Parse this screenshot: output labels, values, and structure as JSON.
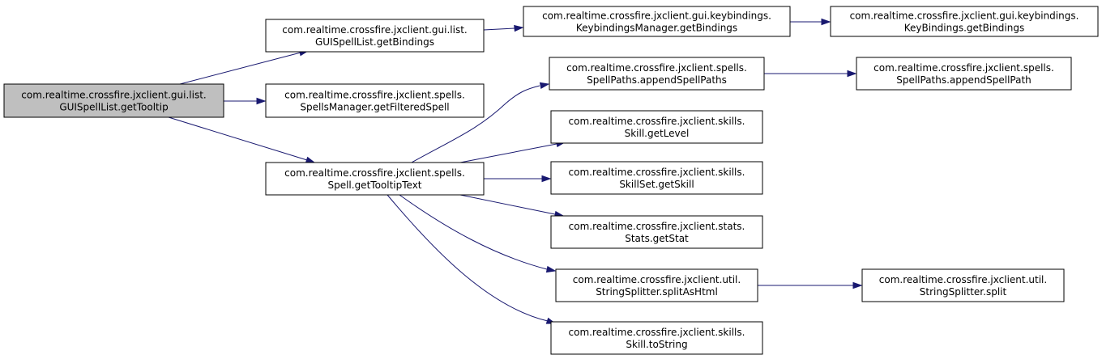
{
  "colors": {
    "root_fill": "#bfbfbf",
    "node_fill": "#ffffff",
    "edge": "#191970"
  },
  "nodes": {
    "root": [
      "com.realtime.crossfire.jxclient.gui.list.",
      "GUISpellList.getTooltip"
    ],
    "gui_getbindings": [
      "com.realtime.crossfire.jxclient.gui.list.",
      "GUISpellList.getBindings"
    ],
    "getfilteredspell": [
      "com.realtime.crossfire.jxclient.spells.",
      "SpellsManager.getFilteredSpell"
    ],
    "gettooltiptext": [
      "com.realtime.crossfire.jxclient.spells.",
      "Spell.getTooltipText"
    ],
    "km_getbindings": [
      "com.realtime.crossfire.jxclient.gui.keybindings.",
      "KeybindingsManager.getBindings"
    ],
    "kb_getbindings": [
      "com.realtime.crossfire.jxclient.gui.keybindings.",
      "KeyBindings.getBindings"
    ],
    "appendspellpaths": [
      "com.realtime.crossfire.jxclient.spells.",
      "SpellPaths.appendSpellPaths"
    ],
    "appendspellpath": [
      "com.realtime.crossfire.jxclient.spells.",
      "SpellPaths.appendSpellPath"
    ],
    "getlevel": [
      "com.realtime.crossfire.jxclient.skills.",
      "Skill.getLevel"
    ],
    "getskill": [
      "com.realtime.crossfire.jxclient.skills.",
      "SkillSet.getSkill"
    ],
    "getstat": [
      "com.realtime.crossfire.jxclient.stats.",
      "Stats.getStat"
    ],
    "splitashtml": [
      "com.realtime.crossfire.jxclient.util.",
      "StringSplitter.splitAsHtml"
    ],
    "split": [
      "com.realtime.crossfire.jxclient.util.",
      "StringSplitter.split"
    ],
    "tostring": [
      "com.realtime.crossfire.jxclient.skills.",
      "Skill.toString"
    ]
  },
  "edges": [
    {
      "from": "root",
      "to": "gui_getbindings"
    },
    {
      "from": "root",
      "to": "getfilteredspell"
    },
    {
      "from": "root",
      "to": "gettooltiptext"
    },
    {
      "from": "gui_getbindings",
      "to": "km_getbindings"
    },
    {
      "from": "km_getbindings",
      "to": "kb_getbindings"
    },
    {
      "from": "gettooltiptext",
      "to": "appendspellpaths"
    },
    {
      "from": "gettooltiptext",
      "to": "getlevel"
    },
    {
      "from": "gettooltiptext",
      "to": "getskill"
    },
    {
      "from": "gettooltiptext",
      "to": "getstat"
    },
    {
      "from": "gettooltiptext",
      "to": "splitashtml"
    },
    {
      "from": "gettooltiptext",
      "to": "tostring"
    },
    {
      "from": "appendspellpaths",
      "to": "appendspellpath"
    },
    {
      "from": "splitashtml",
      "to": "split"
    }
  ]
}
